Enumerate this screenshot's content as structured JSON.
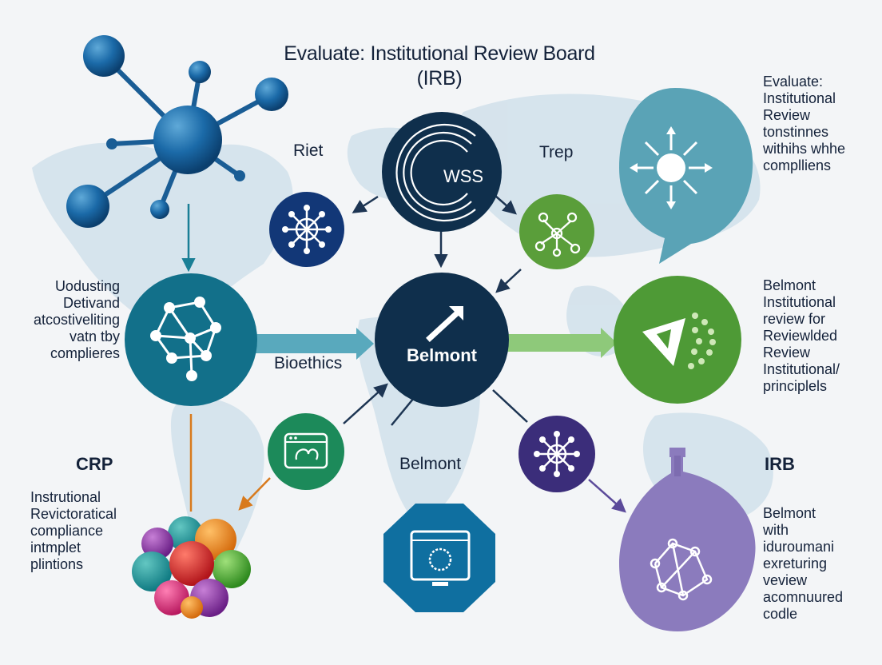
{
  "title": "Evaluate: Institutional Review Board\n(IRB)",
  "labels": {
    "riet": "Riet",
    "trep": "Trep",
    "bioethics": "Bioethics",
    "belmont_bottom": "Belmont",
    "crp": "CRP",
    "irb": "IRB"
  },
  "nodes": {
    "wss": "WSS",
    "belmont_center": "Belmont"
  },
  "paragraphs": {
    "top_right": "Evaluate:\nInstitutional\nReview\ntonstinnes\nwithihs whhe\ncomplliens",
    "left_middle": "Uodusting\nDetivand\natcostiveliting\nvatn tby\ncomplieres",
    "right_middle": "Belmont\nInstitutional\nreview for\nReviewlded\nReview\nInstitutional/\nprinciplels",
    "left_bottom": "Instrutional\nRevictoratical\ncompliance\nintmplet\nplintions",
    "right_bottom": "Belmont\nwith\niduroumani\nexreturing\nveview\nacomnuured\ncodle"
  },
  "colors": {
    "dark_navy": "#0f2f4c",
    "teal": "#12708a",
    "green": "#5a9e3a",
    "purple": "#3b2d7a",
    "lavender": "#8b7bbd",
    "light_teal": "#5aa3b6",
    "ocean_blue": "#0f6fa0",
    "map": "#cfdfe8"
  },
  "icons": [
    "molecule-icon",
    "network-icon",
    "arrow-icon",
    "leaf-icon",
    "browser-icon",
    "monitor-icon",
    "spheres-icon",
    "bulb-icon"
  ]
}
